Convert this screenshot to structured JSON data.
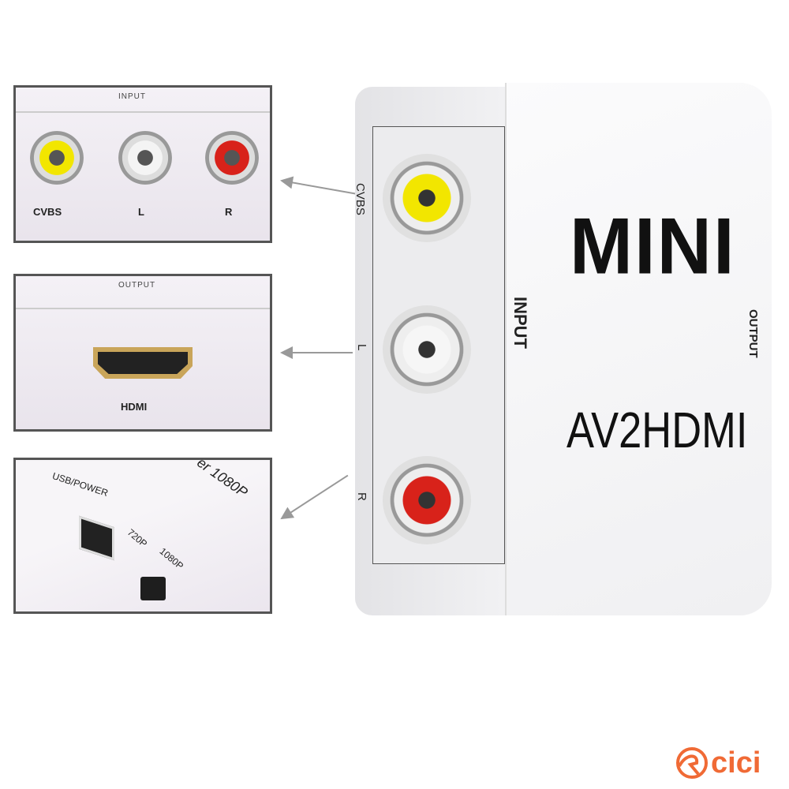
{
  "panels": {
    "input": {
      "title": "INPUT",
      "ports": [
        "CVBS",
        "L",
        "R"
      ]
    },
    "output": {
      "title": "OUTPUT",
      "port": "HDMI"
    },
    "power": {
      "usb_label": "USB/POWER",
      "switch_left": "720P",
      "switch_right": "1080P",
      "case_text": "er 1080P"
    }
  },
  "device": {
    "brand": "MINI",
    "model": "AV2HDMI",
    "input_label": "INPUT",
    "output_label": "OUTPUT",
    "jack_labels": [
      "CVBS",
      "L",
      "R"
    ],
    "jack_colors": {
      "cvbs": "#f2e600",
      "l": "#f4f4f4",
      "r": "#d8221a"
    }
  },
  "logo": {
    "text": "cici",
    "color": "#f06a35"
  }
}
